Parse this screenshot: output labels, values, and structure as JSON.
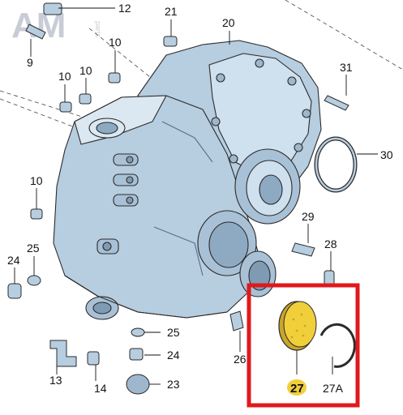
{
  "watermark": {
    "logo_text": "AM",
    "sub_text": "parts"
  },
  "callouts": {
    "c12": "12",
    "c21": "21",
    "c20": "20",
    "c9": "9",
    "c10a": "10",
    "c10b": "10",
    "c10c": "10",
    "c10d": "10",
    "c31": "31",
    "c30": "30",
    "c29": "29",
    "c28": "28",
    "c25a": "25",
    "c24a": "24",
    "c25b": "25",
    "c24b": "24",
    "c23": "23",
    "c26": "26",
    "c13": "13",
    "c14": "14",
    "c27": "27",
    "c27a": "27A"
  },
  "highlight": {
    "border_color": "#e0191b",
    "part_color": "#f1cf3a"
  },
  "colors": {
    "housing": "#b7cde0",
    "housing_dark": "#8eaac2",
    "housing_light": "#dbe8f2",
    "outline": "#2b2b2b"
  }
}
